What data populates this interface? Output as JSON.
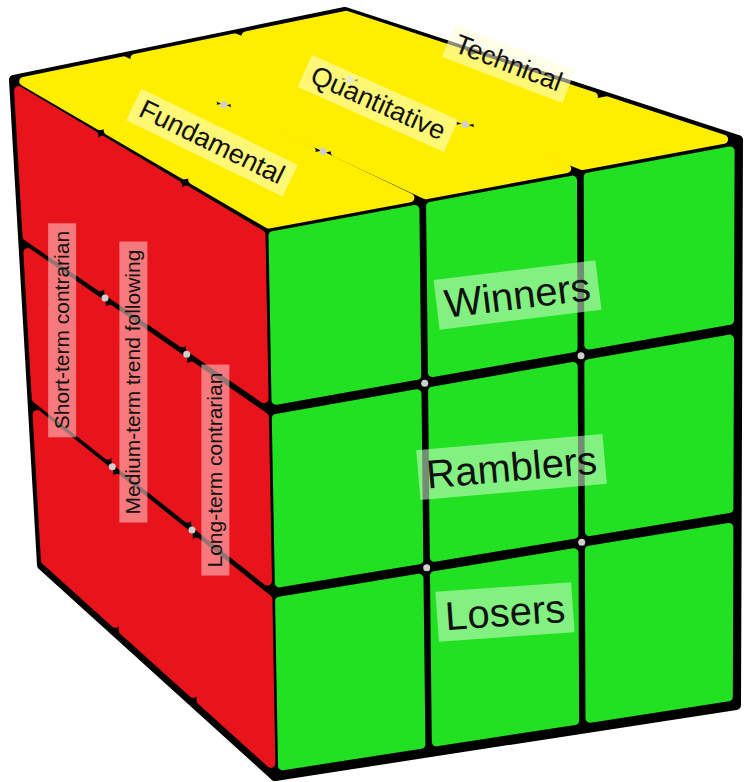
{
  "diagram": {
    "labels": [
      "Technical",
      "Quantitative",
      "Fundamental",
      "Short-term contrarian",
      "Medium-term trend following",
      "Long-term contrarian",
      "Winners",
      "Ramblers",
      "Losers"
    ]
  }
}
